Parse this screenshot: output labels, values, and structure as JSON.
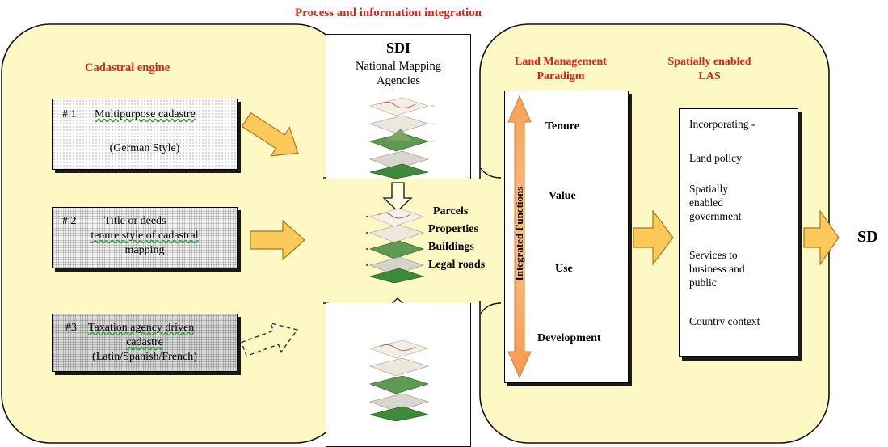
{
  "header": {
    "title": "Process and information integration"
  },
  "cadastral_engine": {
    "title": "Cadastral engine",
    "box1": {
      "number": "# 1",
      "line1": "Multipurpose cadastre",
      "line2": "(German Style)"
    },
    "box2": {
      "number": "# 2",
      "line1": "Title or deeds",
      "line2": "tenure style of cadastral",
      "line3": "mapping"
    },
    "box3": {
      "number": "#3",
      "line1": "Taxation agency driven",
      "line2": "cadastre",
      "line3": "(Latin/Spanish/French)"
    }
  },
  "sdi": {
    "title": "SDI",
    "line1": "National Mapping",
    "line2": "Agencies"
  },
  "layers": [
    "Parcels",
    "Properties",
    "Buildings",
    "Legal roads"
  ],
  "land_management": {
    "title_line1": "Land Management",
    "title_line2": "Paradigm",
    "functions_label": "Integrated Functions",
    "items": [
      "Tenure",
      "Value",
      "Use",
      "Development"
    ]
  },
  "las": {
    "title_line1": "Spatially enabled",
    "title_line2": "LAS",
    "items": [
      "Incorporating -",
      "Land policy",
      "Spatially enabled government",
      "Services to business and public",
      "Country context"
    ]
  },
  "output": {
    "label": "SD"
  },
  "colors": {
    "panel": "#fdf8c4",
    "arrow": "#fbc85a",
    "arrow_stroke": "#a87a1a",
    "title_red": "#e0201b"
  }
}
